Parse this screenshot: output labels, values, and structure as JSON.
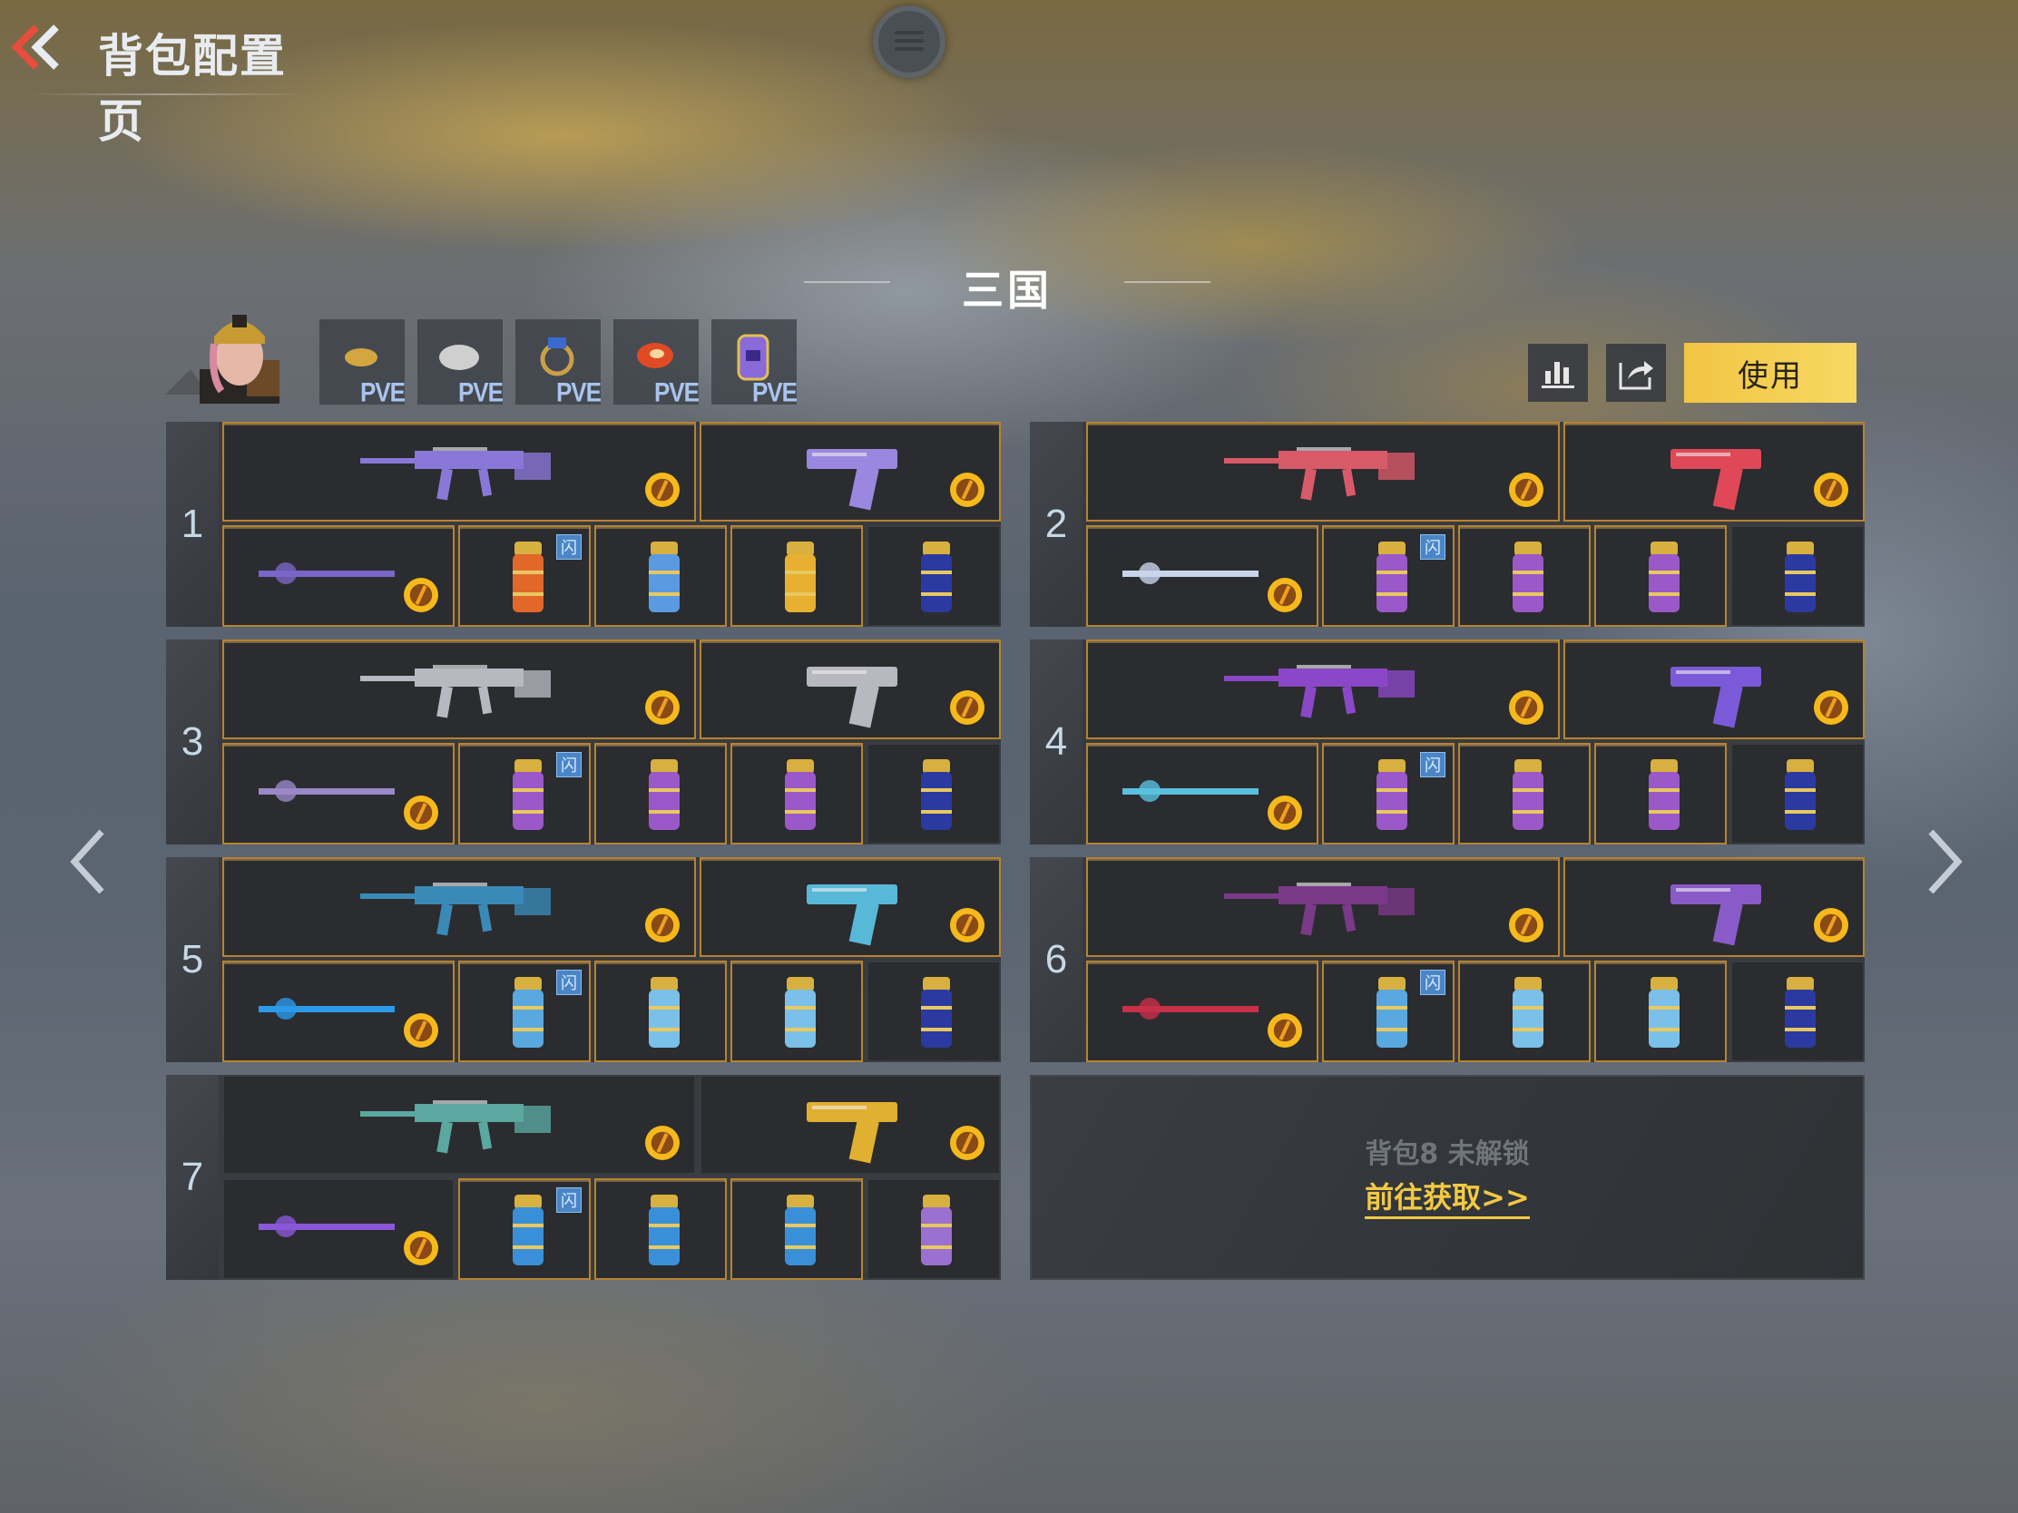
{
  "header": {
    "title": "背包配置页",
    "back_label": "back"
  },
  "set": {
    "name": "三国"
  },
  "character": {
    "avatar": "character-avatar-female-gold-cap"
  },
  "pets": [
    {
      "name": "pet-1",
      "tag": "PVE",
      "color": "#d4a640"
    },
    {
      "name": "pet-2",
      "tag": "PVE",
      "color": "#cfcfcf"
    },
    {
      "name": "pet-3",
      "tag": "PVE",
      "color": "#c9a048"
    },
    {
      "name": "pet-4",
      "tag": "PVE",
      "color": "#e04a24"
    },
    {
      "name": "pet-5",
      "tag": "PVE",
      "color": "#8a6ad8"
    }
  ],
  "actions": {
    "stats_icon": "bar-chart-icon",
    "share_icon": "share-icon",
    "use_label": "使用"
  },
  "loadouts": [
    {
      "number": "1",
      "primary": "#8a78d8",
      "secondary": "#9a88e0",
      "melee": "#7a66c8",
      "grenades": [
        "#e2682a",
        "#5a9ae0",
        "#e8b030",
        "#2a3aa0"
      ]
    },
    {
      "number": "2",
      "primary": "#d85a68",
      "secondary": "#e04858",
      "melee": "#c8d4ea",
      "grenades": [
        "#9a58c8",
        "#9a58c8",
        "#9a58c8",
        "#2a3aa0"
      ]
    },
    {
      "number": "3",
      "primary": "#b8b8c0",
      "secondary": "#b8b8c0",
      "melee": "#9a88c8",
      "grenades": [
        "#9a58c8",
        "#9a58c8",
        "#9a58c8",
        "#2a3aa0"
      ]
    },
    {
      "number": "4",
      "primary": "#8a48c8",
      "secondary": "#7a5ad8",
      "melee": "#5ac0e0",
      "grenades": [
        "#9a58c8",
        "#9a58c8",
        "#9a58c8",
        "#2a3aa0"
      ]
    },
    {
      "number": "5",
      "primary": "#3a8ab8",
      "secondary": "#58b8d8",
      "melee": "#2a9ae8",
      "grenades": [
        "#5aa8e0",
        "#7ac0e8",
        "#7ac0e8",
        "#2a3aa0"
      ]
    },
    {
      "number": "6",
      "primary": "#7a3a88",
      "secondary": "#8a5ac8",
      "melee": "#c83048",
      "grenades": [
        "#5aa8e0",
        "#7ac0e8",
        "#7ac0e8",
        "#2a3aa0"
      ]
    },
    {
      "number": "7",
      "primary": "#5aa8a0",
      "secondary": "#e0b030",
      "melee": "#8a58d8",
      "grenades": [
        "#3a90d8",
        "#3a90d8",
        "#3a90d8",
        "#9a70d0"
      ]
    }
  ],
  "grenade_flash_tag": "闪",
  "locked_loadout": {
    "message": "背包8 未解锁",
    "link": "前往获取>>"
  },
  "navigation": {
    "prev": "previous-page",
    "next": "next-page"
  }
}
